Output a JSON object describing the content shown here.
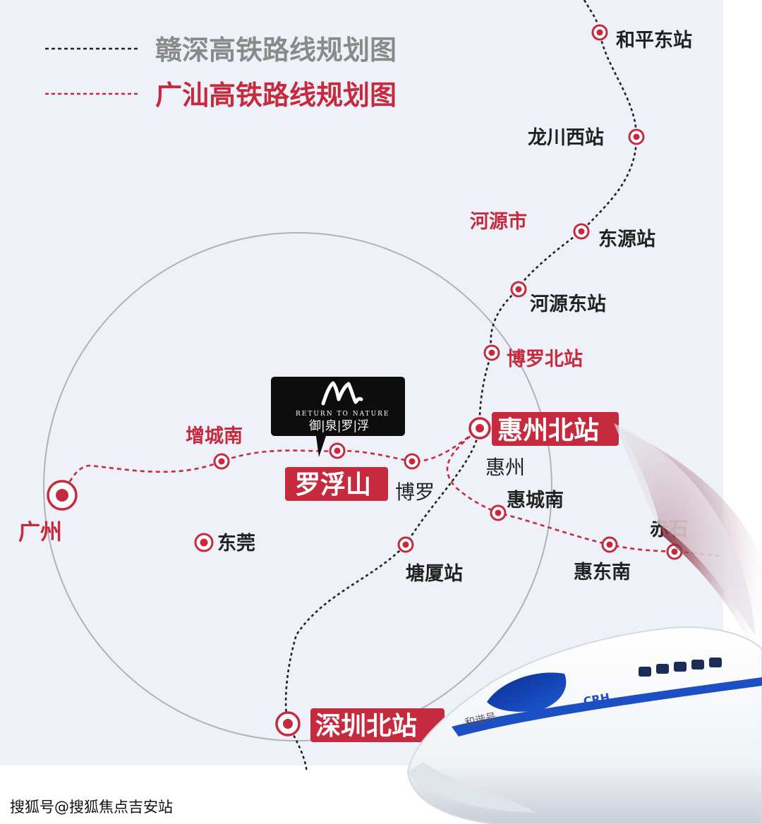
{
  "legend": [
    {
      "label": "赣深高铁路线规划图",
      "color": "#8a8a8a"
    },
    {
      "label": "广汕高铁路线规划图",
      "color": "#c62a3f"
    }
  ],
  "stations": {
    "heping_dong": "和平东站",
    "longchuan_xi": "龙川西站",
    "heyuan_shi": "河源市",
    "dongyuan": "东源站",
    "heyuan_dong": "河源东站",
    "boluo_bei": "博罗北站",
    "huizhou_bei": "惠州北站",
    "huizhou": "惠州",
    "zengcheng_nan": "增城南",
    "luofushan": "罗浮山",
    "boluo": "博罗",
    "huicheng_nan": "惠城南",
    "chishi": "赤石",
    "guangzhou": "广州",
    "dongguan": "东莞",
    "tangxia": "塘厦站",
    "huidong_nan": "惠东南",
    "shenzhen_bei": "深圳北站"
  },
  "logo": {
    "tagline": "RETURN TO NATURE",
    "name": "御|泉|罗|浮"
  },
  "train_text": {
    "crh": "CRH",
    "name": "和谐号"
  },
  "watermark": "搜狐号@搜狐焦点吉安站",
  "colors": {
    "background": "#eef2f8",
    "red": "#c62a3f",
    "dark": "#222222",
    "gray": "#8a8a8a"
  }
}
